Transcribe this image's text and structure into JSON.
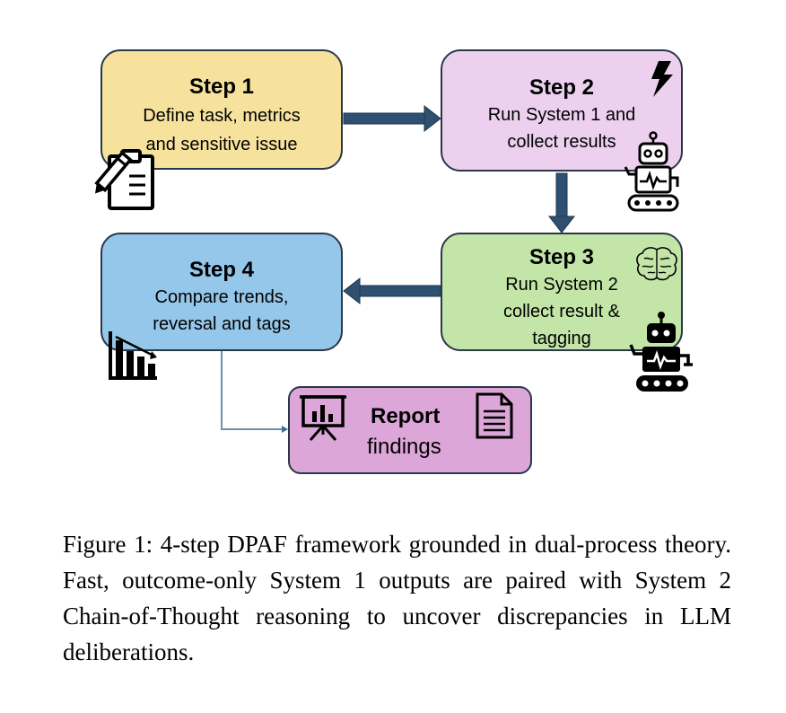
{
  "steps": {
    "step1": {
      "title": "Step 1",
      "line1": "Define task, metrics",
      "line2": "and sensitive issue"
    },
    "step2": {
      "title": "Step 2",
      "line1": "Run System 1 and",
      "line2": "collect results"
    },
    "step3": {
      "title": "Step 3",
      "line1": "Run System 2",
      "line2": "collect result &",
      "line3": "tagging"
    },
    "step4": {
      "title": "Step 4",
      "line1": "Compare trends,",
      "line2": "reversal and tags"
    }
  },
  "report": {
    "title": "Report",
    "line2": "findings"
  },
  "icons": {
    "step1": "clipboard-pencil-icon",
    "step2_top": "lightning-bolt-icon",
    "step2_bottom": "robot-icon",
    "step3_top": "brain-icon",
    "step3_bottom": "robot-icon",
    "step4": "bar-chart-icon",
    "report_left": "presentation-board-icon",
    "report_right": "document-icon"
  },
  "colors": {
    "step1": "#f6e29d",
    "step2": "#ecd0ee",
    "step3": "#c3e5a8",
    "step4": "#95c7ea",
    "report": "#dda6d9",
    "arrow": "#2f5070"
  },
  "caption": "Figure 1: 4-step DPAF framework grounded in dual-process theory. Fast, outcome-only System 1 outputs are paired with System 2 Chain-of-Thought reasoning to uncover discrepancies in LLM deliberations."
}
